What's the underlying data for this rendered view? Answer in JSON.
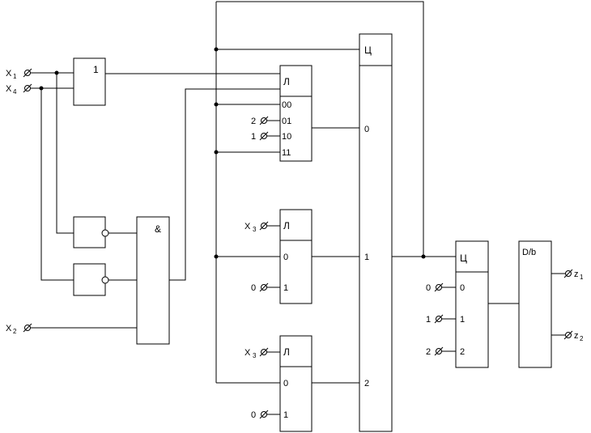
{
  "or_gate": {
    "label": "1"
  },
  "and_gate": {
    "label": "&"
  },
  "mux1": {
    "label": "Л",
    "addr": [
      "00",
      "01",
      "10",
      "11"
    ]
  },
  "mux2": {
    "label": "Л",
    "addr": [
      "0",
      "1"
    ]
  },
  "mux3": {
    "label": "Л",
    "addr": [
      "0",
      "1"
    ]
  },
  "counter_main": {
    "label": "Ц",
    "addr": [
      "0",
      "1",
      "2"
    ]
  },
  "counter_right": {
    "label": "Ц",
    "addr": [
      "0",
      "1",
      "2"
    ]
  },
  "decoder": {
    "label": "D/b"
  },
  "inputs": {
    "x1": {
      "main": "X",
      "sub": "1"
    },
    "x4": {
      "main": "X",
      "sub": "4"
    },
    "x2": {
      "main": "X",
      "sub": "2"
    },
    "x3a": {
      "main": "X",
      "sub": "3"
    },
    "x3b": {
      "main": "X",
      "sub": "3"
    }
  },
  "constants": {
    "mux1_c01": "2",
    "mux1_c10": "1",
    "mux2_c1": "0",
    "mux3_c1": "0",
    "cr_c0": "0",
    "cr_c1": "1",
    "cr_c2": "2"
  },
  "outputs": {
    "z1": {
      "main": "z",
      "sub": "1"
    },
    "z2": {
      "main": "z",
      "sub": "2"
    }
  }
}
